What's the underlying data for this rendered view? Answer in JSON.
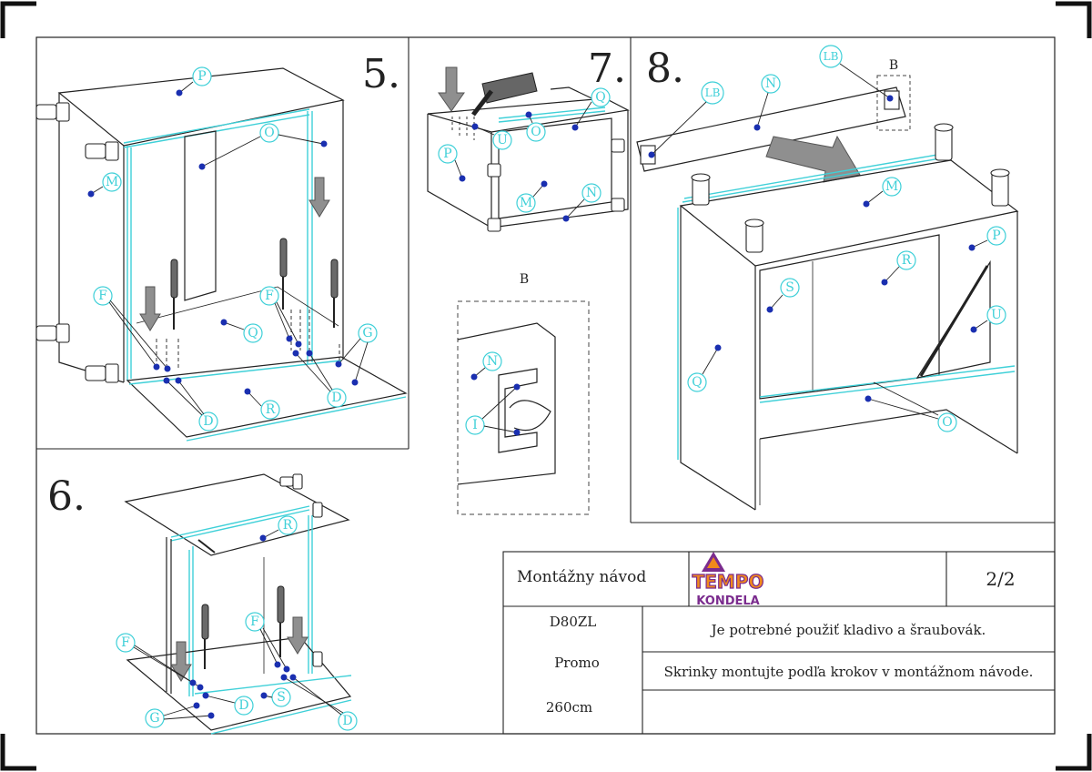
{
  "steps": {
    "s5": "5.",
    "s6": "6.",
    "s7": "7.",
    "s8": "8."
  },
  "detail": {
    "b_top": "B",
    "b_detail": "B"
  },
  "parts": {
    "step5": {
      "P": "P",
      "O": "O",
      "M": "M",
      "Q": "Q",
      "F1": "F",
      "F2": "F",
      "G": "G",
      "D1": "D",
      "D2": "D",
      "R": "R"
    },
    "step6": {
      "R": "R",
      "F1": "F",
      "F2": "F",
      "G": "G",
      "D1": "D",
      "D2": "D",
      "S": "S"
    },
    "step7": {
      "Q": "Q",
      "U": "U",
      "O": "O",
      "P": "P",
      "M": "M",
      "N": "N"
    },
    "detailB": {
      "N": "N",
      "I": "I"
    },
    "step8": {
      "LB1": "LB",
      "LB2": "LB",
      "N": "N",
      "M": "M",
      "P": "P",
      "R": "R",
      "S": "S",
      "U": "U",
      "Q": "Q",
      "O": "O"
    }
  },
  "title_block": {
    "doc_title": "Montážny návod",
    "page": "2/2",
    "brand_top": "TEMPO",
    "brand_bottom": "KONDELA",
    "code": "D80ZL",
    "line": "Promo",
    "size": "260cm",
    "note1": "Je potrebné použiť kladivo a šraubovák.",
    "note2": "Skrinky montujte podľa krokov v montážnom návode."
  },
  "colors": {
    "accent_cyan": "#3fd0d8",
    "dot_blue": "#1a2fb0",
    "brand_purple": "#7b2c8e",
    "brand_orange": "#f08a1c"
  }
}
